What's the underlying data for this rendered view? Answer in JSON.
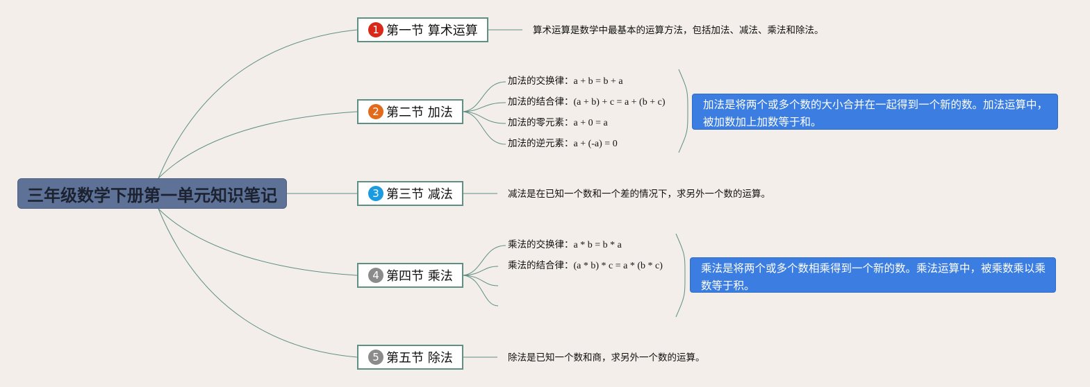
{
  "root": {
    "title": "三年级数学下册第一单元知识笔记"
  },
  "colors": {
    "background": "#f3eee9",
    "root_fill": "#5e7197",
    "node_border": "#5d8f84",
    "link": "#5d8f84",
    "callout_fill": "#3b7de0",
    "badge_1": "#d8291b",
    "badge_2": "#e26a1b",
    "badge_3": "#1a9be0",
    "badge_4": "#8b8b8b",
    "badge_5": "#8b8b8b"
  },
  "sections": [
    {
      "number": "1",
      "title": "第一节 算术运算",
      "note": "算术运算是数学中最基本的运算方法，包括加法、减法、乘法和除法。"
    },
    {
      "number": "2",
      "title": "第二节 加法",
      "rules": [
        {
          "label": "加法的交换律：",
          "formula": "a + b = b + a"
        },
        {
          "label": "加法的结合律：",
          "formula": "(a + b) + c = a + (b + c)"
        },
        {
          "label": "加法的零元素：",
          "formula": "a + 0 = a"
        },
        {
          "label": "加法的逆元素：",
          "formula": "a + (-a) = 0"
        }
      ],
      "callout": "加法是将两个或多个数的大小合并在一起得到一个新的数。加法运算中，被加数加上加数等于和。"
    },
    {
      "number": "3",
      "title": "第三节 减法",
      "note": "减法是在已知一个数和一个差的情况下，求另外一个数的运算。"
    },
    {
      "number": "4",
      "title": "第四节 乘法",
      "rules": [
        {
          "label": "乘法的交换律：",
          "formula": "a * b = b * a"
        },
        {
          "label": "乘法的结合律：",
          "formula": "(a * b) * c = a * (b * c)"
        }
      ],
      "callout": "乘法是将两个或多个数相乘得到一个新的数。乘法运算中，被乘数乘以乘数等于积。"
    },
    {
      "number": "5",
      "title": "第五节 除法",
      "note": "除法是已知一个数和商，求另外一个数的运算。"
    }
  ]
}
